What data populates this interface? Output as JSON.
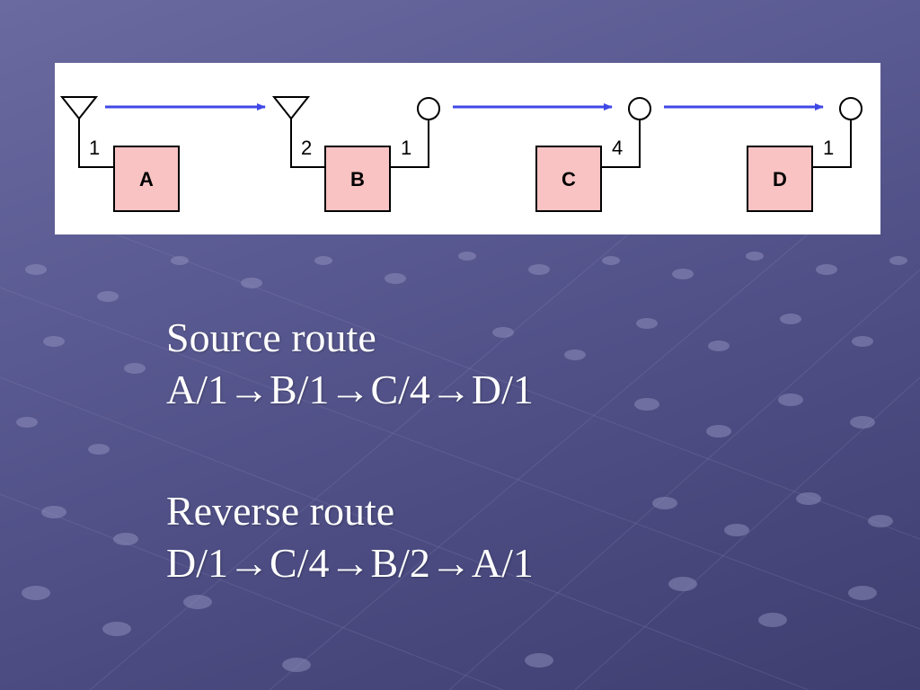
{
  "diagram": {
    "nodes": [
      {
        "label": "A",
        "in_port": "",
        "out_port": "1",
        "in_icon": "antenna-icon"
      },
      {
        "label": "B",
        "in_port": "2",
        "out_port": "1",
        "in_icon": "antenna-icon",
        "out_icon": "circle-port-icon"
      },
      {
        "label": "C",
        "in_port": "",
        "out_port": "4",
        "out_icon": "circle-port-icon"
      },
      {
        "label": "D",
        "in_port": "",
        "out_port": "1",
        "out_icon": "circle-port-icon"
      }
    ],
    "colors": {
      "node_fill": "#f9c3c3",
      "arrow": "#3f48e6",
      "line": "#000000"
    }
  },
  "source_route": {
    "title": "Source route",
    "path": "A/1→B/1→C/4→D/1"
  },
  "reverse_route": {
    "title": "Reverse route",
    "path": "D/1→C/4→B/2→A/1"
  },
  "colors": {
    "background": "#55558c",
    "text": "#ffffff"
  }
}
